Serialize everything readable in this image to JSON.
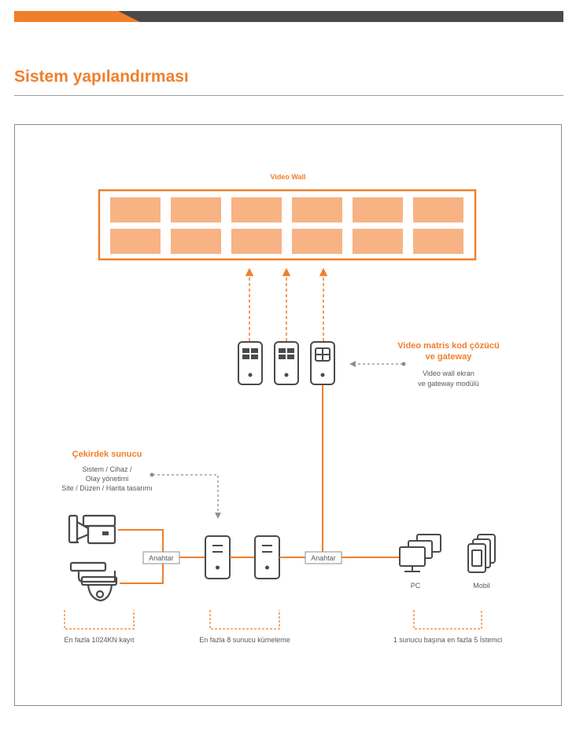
{
  "page_title": "Sistem yapılandırması",
  "colors": {
    "accent": "#f07f2b",
    "dark": "#4a4a4a",
    "tile": "#f8b384",
    "line_grey": "#8c8c8c"
  },
  "diagram": {
    "video_wall": {
      "label": "Video Wall"
    },
    "decoder": {
      "title_line1": "Video matris kod çözücü",
      "title_line2": "ve gateway",
      "desc_line1": "Video wall ekran",
      "desc_line2": "ve gateway modülü"
    },
    "core_server": {
      "title": "Çekirdek sunucu",
      "line1": "Sistem / Cihaz /",
      "line2": "Olay yönetimi",
      "line3": "Site / Düzen / Harita tasarımı"
    },
    "switch_left": {
      "label": "Anahtar"
    },
    "switch_right": {
      "label": "Anahtar"
    },
    "clients": {
      "pc_label": "PC",
      "mobile_label": "Mobil"
    },
    "captions": {
      "cameras": "En fazla 1024KN kayıt",
      "servers": "En fazla 8 sunucu kümeleme",
      "clients": "1 sunucu başına en fazla 5 İstemci"
    },
    "icons": [
      "box-camera-icon",
      "dome-camera-icon",
      "decoder-icon",
      "gateway-icon",
      "server-icon",
      "pc-icon",
      "mobile-icon"
    ]
  }
}
